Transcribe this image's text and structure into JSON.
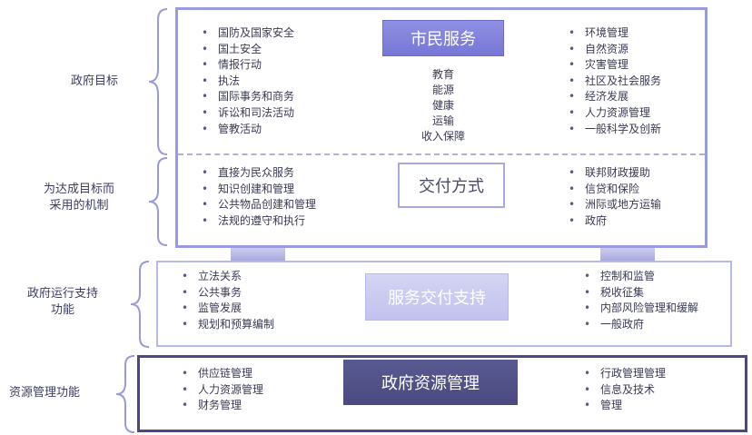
{
  "left_labels": {
    "goals": "政府目标",
    "mechanisms": [
      "为达成目标而",
      "采用的机制"
    ],
    "support": [
      "政府运行支持",
      "功能"
    ],
    "resource": "资源管理功能"
  },
  "top": {
    "header_citizen": "市民服务",
    "header_delivery": "交付方式",
    "left_goals": [
      "国防及国家安全",
      "国土安全",
      "情报行动",
      "执法",
      "国际事务和商务",
      "诉讼和司法活动",
      "管教活动"
    ],
    "center_goals": [
      "教育",
      "能源",
      "健康",
      "运输",
      "收入保障"
    ],
    "right_goals": [
      "环境管理",
      "自然资源",
      "灾害管理",
      "社区及社会服务",
      "经济发展",
      "人力资源管理",
      "一般科学及创新"
    ],
    "left_mechanisms": [
      "直接为民众服务",
      "知识创建和管理",
      "公共物品创建和管理",
      "法规的遵守和执行"
    ],
    "right_mechanisms": [
      "联邦财政援助",
      "信贷和保险",
      "洲际或地方运输",
      "政府"
    ]
  },
  "middle": {
    "header": "服务交付支持",
    "left": [
      "立法关系",
      "公共事务",
      "监管发展",
      "规划和预算编制"
    ],
    "right": [
      "控制和监管",
      "税收征集",
      "内部风险管理和缓解",
      "一般政府"
    ]
  },
  "bottom": {
    "header": "政府资源管理",
    "left": [
      "供应链管理",
      "人力资源管理",
      "财务管理"
    ],
    "right": [
      "行政管理管理",
      "信息及技术",
      "管理"
    ]
  }
}
